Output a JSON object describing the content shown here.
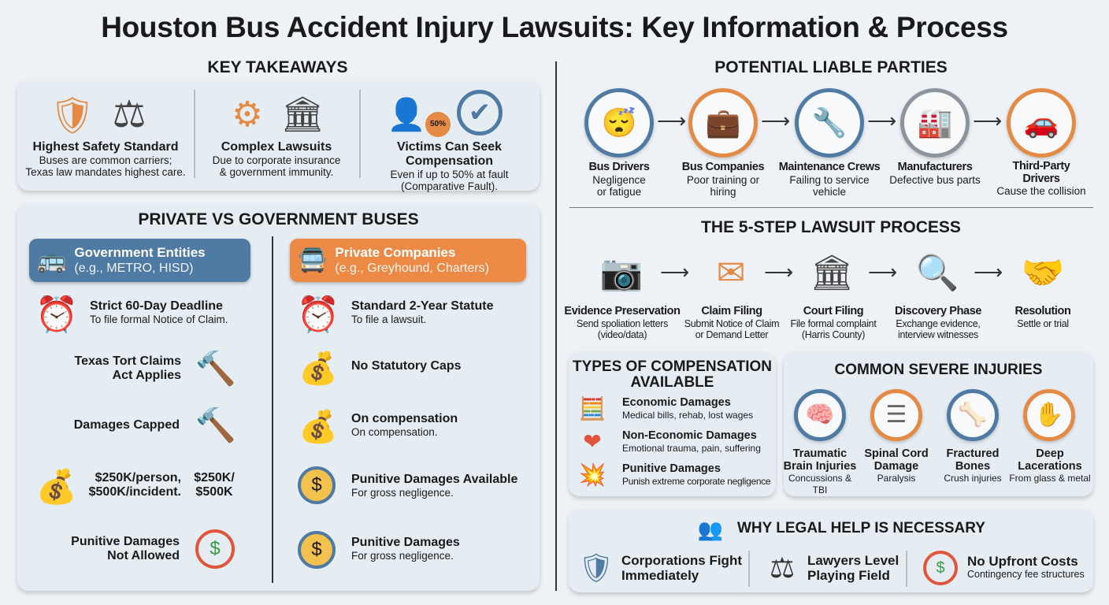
{
  "title": "Houston Bus Accident Injury Lawsuits: Key Information & Process",
  "takeaways": {
    "heading": "KEY TAKEAWAYS",
    "items": [
      {
        "title": "Highest Safety Standard",
        "l1": "Buses are common carriers;",
        "l2": "Texas law mandates highest care."
      },
      {
        "title": "Complex Lawsuits",
        "l1": "Due to corporate insurance",
        "l2": "& government immunity."
      },
      {
        "title": "Victims Can Seek Compensation",
        "l1": "Even if up to 50% at fault",
        "l2": "(Comparative Fault).",
        "badge": "50%"
      }
    ]
  },
  "buses": {
    "heading": "PRIVATE VS GOVERNMENT BUSES",
    "gov": {
      "title": "Government Entities",
      "sub": "(e.g., METRO, HISD)",
      "color": "#4e7aa3",
      "rows": [
        {
          "title": "Strict 60-Day Deadline",
          "sub": "To file formal Notice of Claim."
        },
        {
          "title": "Texas Tort Claims",
          "title2": "Act Applies"
        },
        {
          "title": "Damages Capped"
        },
        {
          "title": "$250K/person,",
          "title2": "$500K/incident.",
          "extra1": "$250K/",
          "extra2": "$500K"
        },
        {
          "title": "Punitive Damages",
          "title2": "Not Allowed"
        }
      ]
    },
    "priv": {
      "title": "Private Companies",
      "sub": "(e.g., Greyhound, Charters)",
      "color": "#ec8a45",
      "rows": [
        {
          "title": "Standard 2-Year Statute",
          "sub": "To file a lawsuit."
        },
        {
          "title": "No Statutory Caps"
        },
        {
          "title": "On compensation",
          "sub": "On compensation."
        },
        {
          "title": "Punitive Damages Available",
          "sub": "For gross negligence."
        },
        {
          "title": "Punitive Damages",
          "sub": "For gross negligence."
        }
      ]
    }
  },
  "liable": {
    "heading": "POTENTIAL LIABLE PARTIES",
    "items": [
      {
        "title": "Bus Drivers",
        "l1": "Negligence",
        "l2": "or fatigue"
      },
      {
        "title": "Bus Companies",
        "l1": "Poor training or",
        "l2": "hiring"
      },
      {
        "title": "Maintenance Crews",
        "l1": "Failing to service",
        "l2": "vehicle"
      },
      {
        "title": "Manufacturers",
        "l1": "Defective bus parts",
        "l2": ""
      },
      {
        "title": "Third-Party",
        "title2": "Drivers",
        "l1": "Cause the collision"
      }
    ]
  },
  "process": {
    "heading": "THE 5-STEP LAWSUIT PROCESS",
    "items": [
      {
        "title": "Evidence Preservation",
        "l1": "Send spoliation letters",
        "l2": "(video/data)"
      },
      {
        "title": "Claim Filing",
        "l1": "Submit Notice of Claim",
        "l2": "or Demand Letter"
      },
      {
        "title": "Court Filing",
        "l1": "File formal complaint",
        "l2": "(Harris County)"
      },
      {
        "title": "Discovery Phase",
        "l1": "Exchange evidence,",
        "l2": "interview witnesses"
      },
      {
        "title": "Resolution",
        "l1": "Settle or trial",
        "l2": ""
      }
    ]
  },
  "compensation": {
    "heading1": "TYPES OF COMPENSATION",
    "heading2": "AVAILABLE",
    "items": [
      {
        "title": "Economic Damages",
        "sub": "Medical bills, rehab, lost wages"
      },
      {
        "title": "Non-Economic Damages",
        "sub": "Emotional trauma, pain, suffering"
      },
      {
        "title": "Punitive Damages",
        "sub": "Punish extreme corporate negligence"
      }
    ]
  },
  "injuries": {
    "heading": "COMMON SEVERE INJURIES",
    "items": [
      {
        "t1": "Traumatic",
        "t2": "Brain Injuries",
        "sub": "Concussions & TBI"
      },
      {
        "t1": "Spinal Cord",
        "t2": "Damage",
        "sub": "Paralysis"
      },
      {
        "t1": "Fractured",
        "t2": "Bones",
        "sub": "Crush injuries"
      },
      {
        "t1": "Deep",
        "t2": "Lacerations",
        "sub": "From glass & metal"
      }
    ]
  },
  "legal": {
    "heading": "WHY LEGAL HELP IS NECESSARY",
    "items": [
      {
        "t1": "Corporations Fight",
        "t2": "Immediately"
      },
      {
        "t1": "Lawyers Level",
        "t2": "Playing Field"
      },
      {
        "t1": "No Upfront Costs",
        "sub": "Contingency fee structures"
      }
    ]
  },
  "colors": {
    "blue": "#4e7aa3",
    "orange": "#e58a44",
    "bg": "#eef2f6"
  }
}
